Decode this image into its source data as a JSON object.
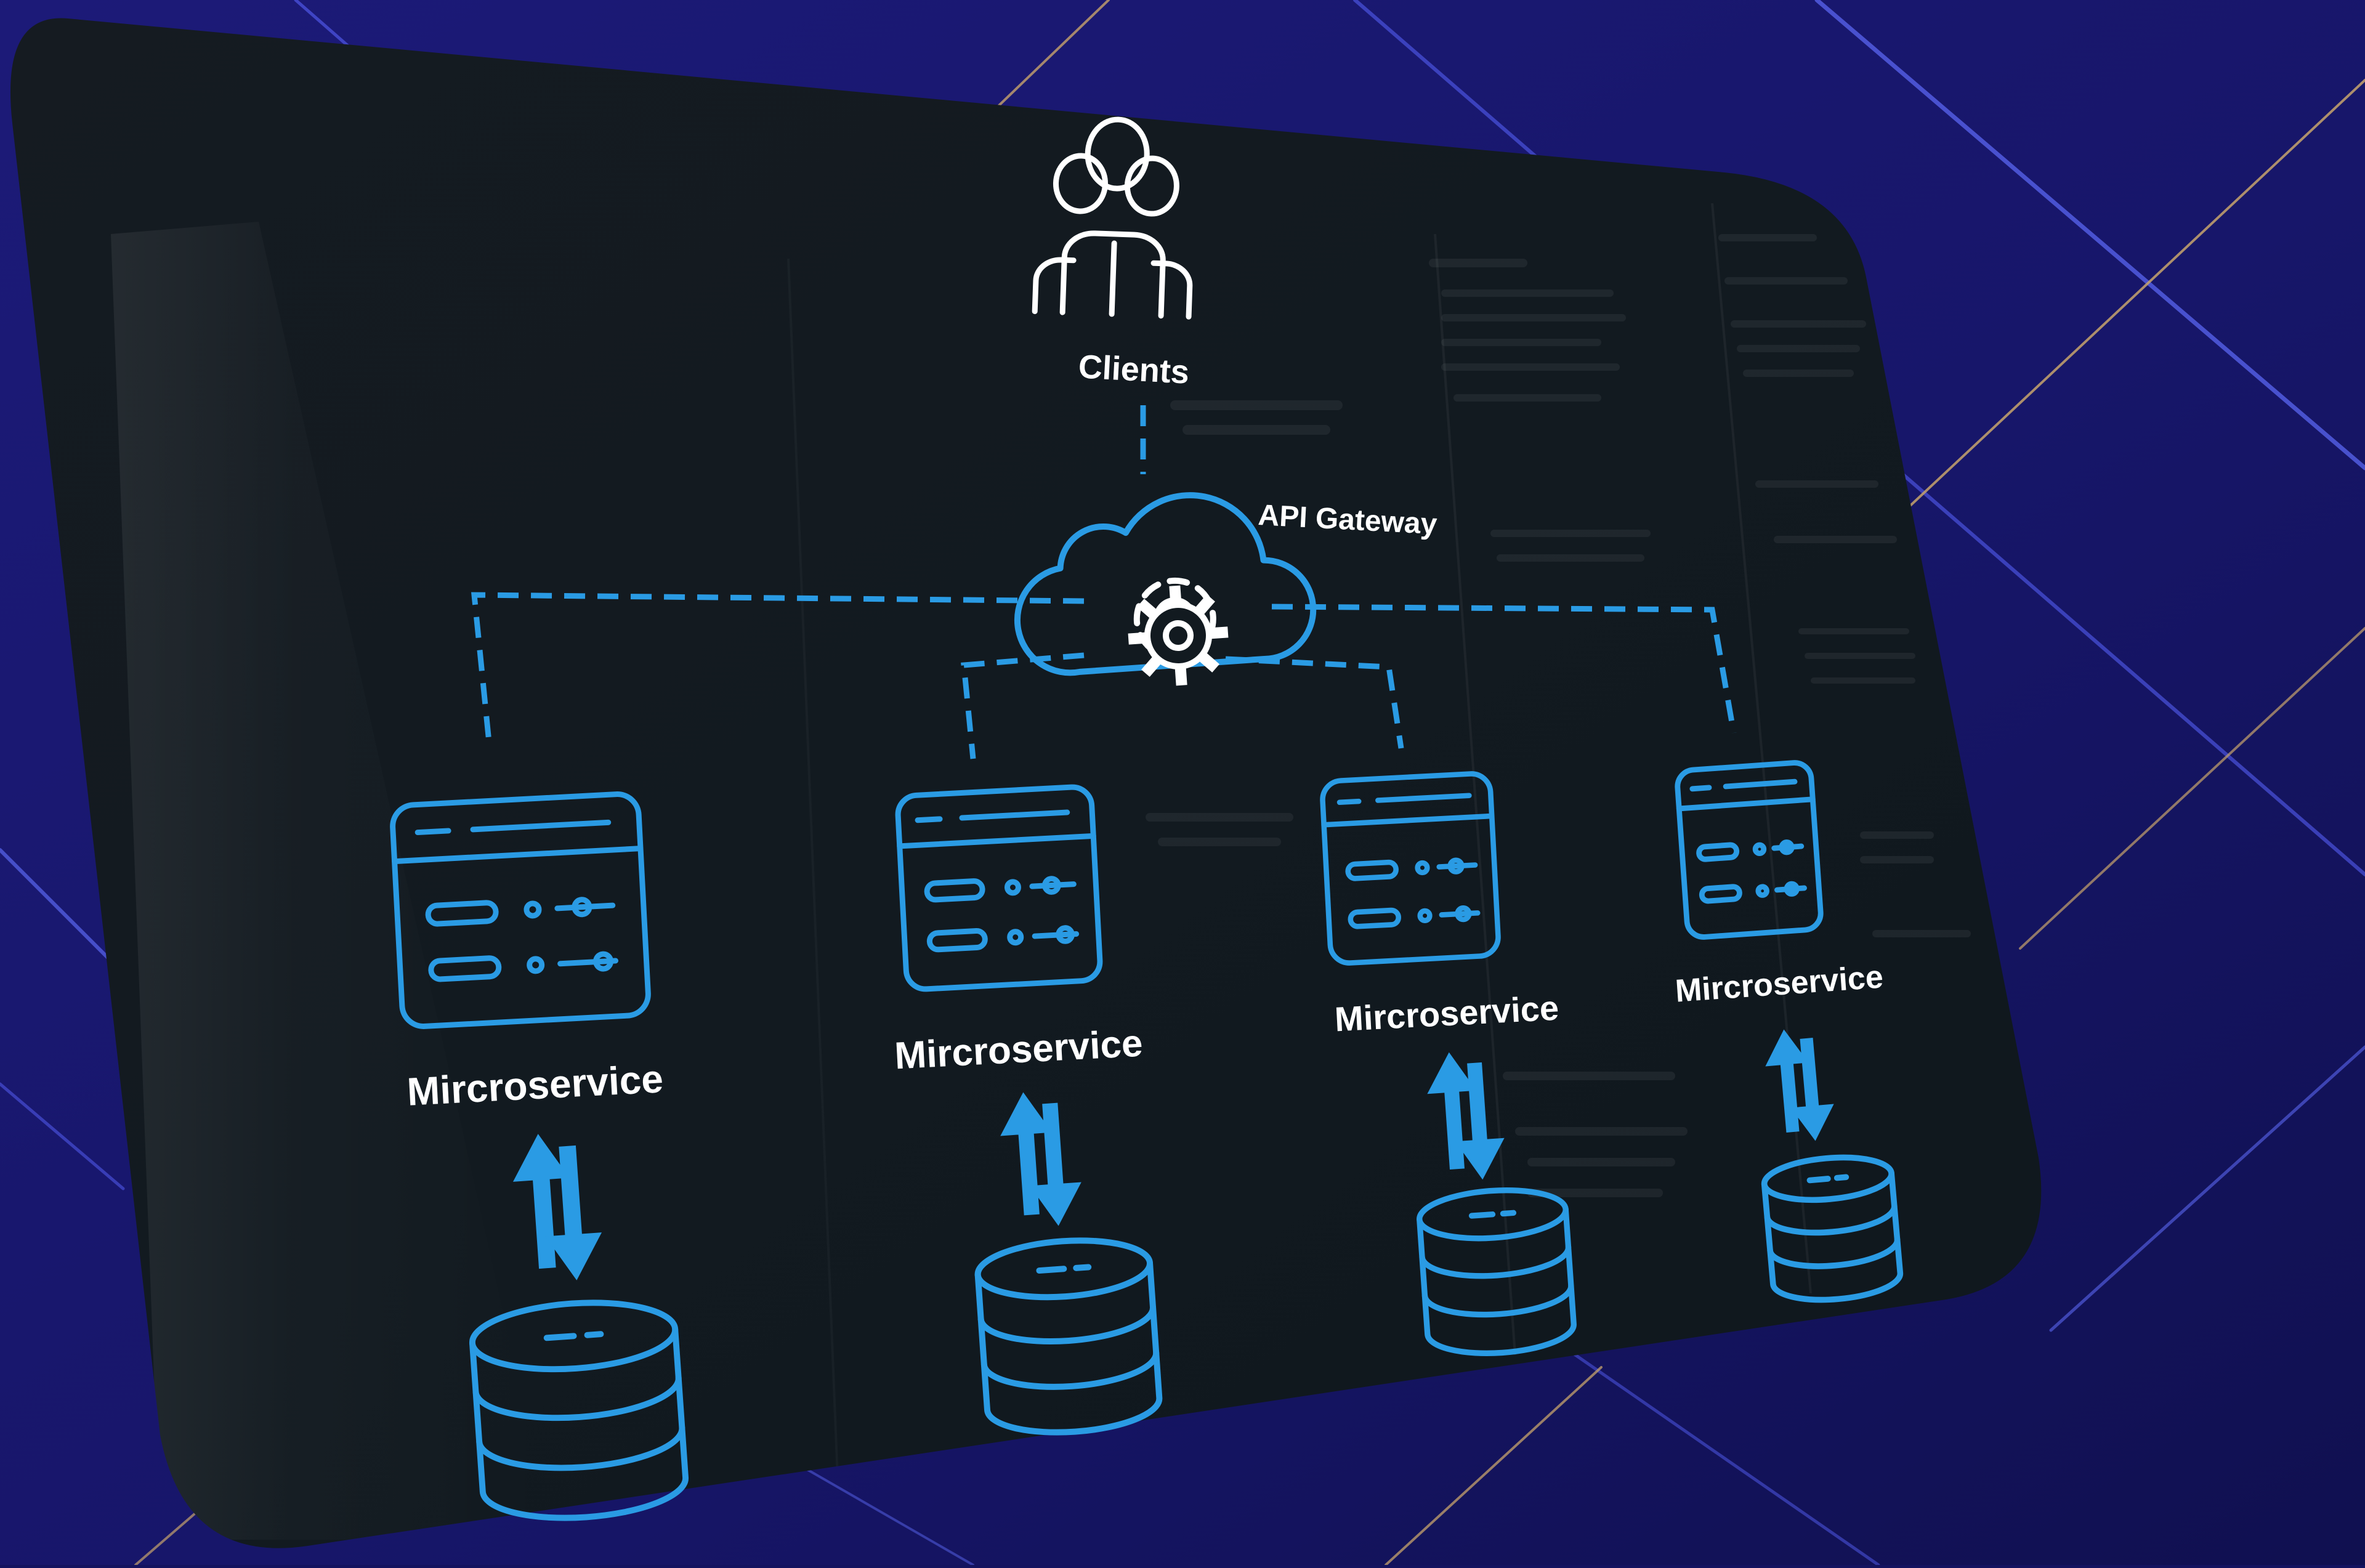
{
  "labels": {
    "clients": "Clients",
    "gateway": "API Gateway",
    "service_1": "Mircroservice",
    "service_2": "Mircroservice",
    "service_3": "Mircroservice",
    "service_4": "Mircroservice"
  },
  "icons": {
    "clients": "users-group-icon",
    "gateway": "cloud-gear-icon",
    "service": "server-panel-icon",
    "sync": "bidirectional-arrows-icon",
    "database": "database-icon"
  },
  "colors": {
    "background": "#17166a",
    "card": "#111a22",
    "accent": "#2a9be4",
    "text": "#ffffff",
    "stripe_light": "#4e57e6",
    "stripe_gold": "#c8a46c"
  }
}
